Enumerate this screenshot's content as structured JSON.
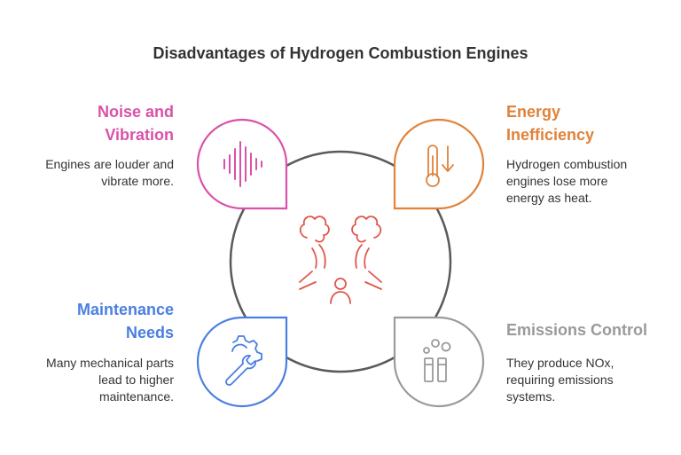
{
  "title": "Disadvantages of Hydrogen Combustion Engines",
  "colors": {
    "noise": "#d952a8",
    "energy": "#e0823a",
    "maintenance": "#4a7fe0",
    "emissions": "#9a9a9a",
    "center": "#e0564a",
    "ring": "#5a5a5a"
  },
  "center_icon": "shaking-person-icon",
  "items": [
    {
      "heading_line1": "Noise and",
      "heading_line2": "Vibration",
      "desc_line1": "Engines are louder and",
      "desc_line2": "vibrate more.",
      "icon": "sound-wave-icon"
    },
    {
      "heading_line1": "Energy",
      "heading_line2": "Inefficiency",
      "desc_line1": "Hydrogen combustion",
      "desc_line2": "engines lose more",
      "desc_line3": "energy as heat.",
      "icon": "thermometer-down-icon"
    },
    {
      "heading_line1": "Maintenance",
      "heading_line2": "Needs",
      "desc_line1": "Many mechanical parts",
      "desc_line2": "lead to higher",
      "desc_line3": "maintenance.",
      "icon": "gear-wrench-icon"
    },
    {
      "heading_line1": "Emissions Control",
      "desc_line1": "They produce NOx,",
      "desc_line2": "requiring emissions",
      "desc_line3": "systems.",
      "icon": "smokestack-icon"
    }
  ]
}
